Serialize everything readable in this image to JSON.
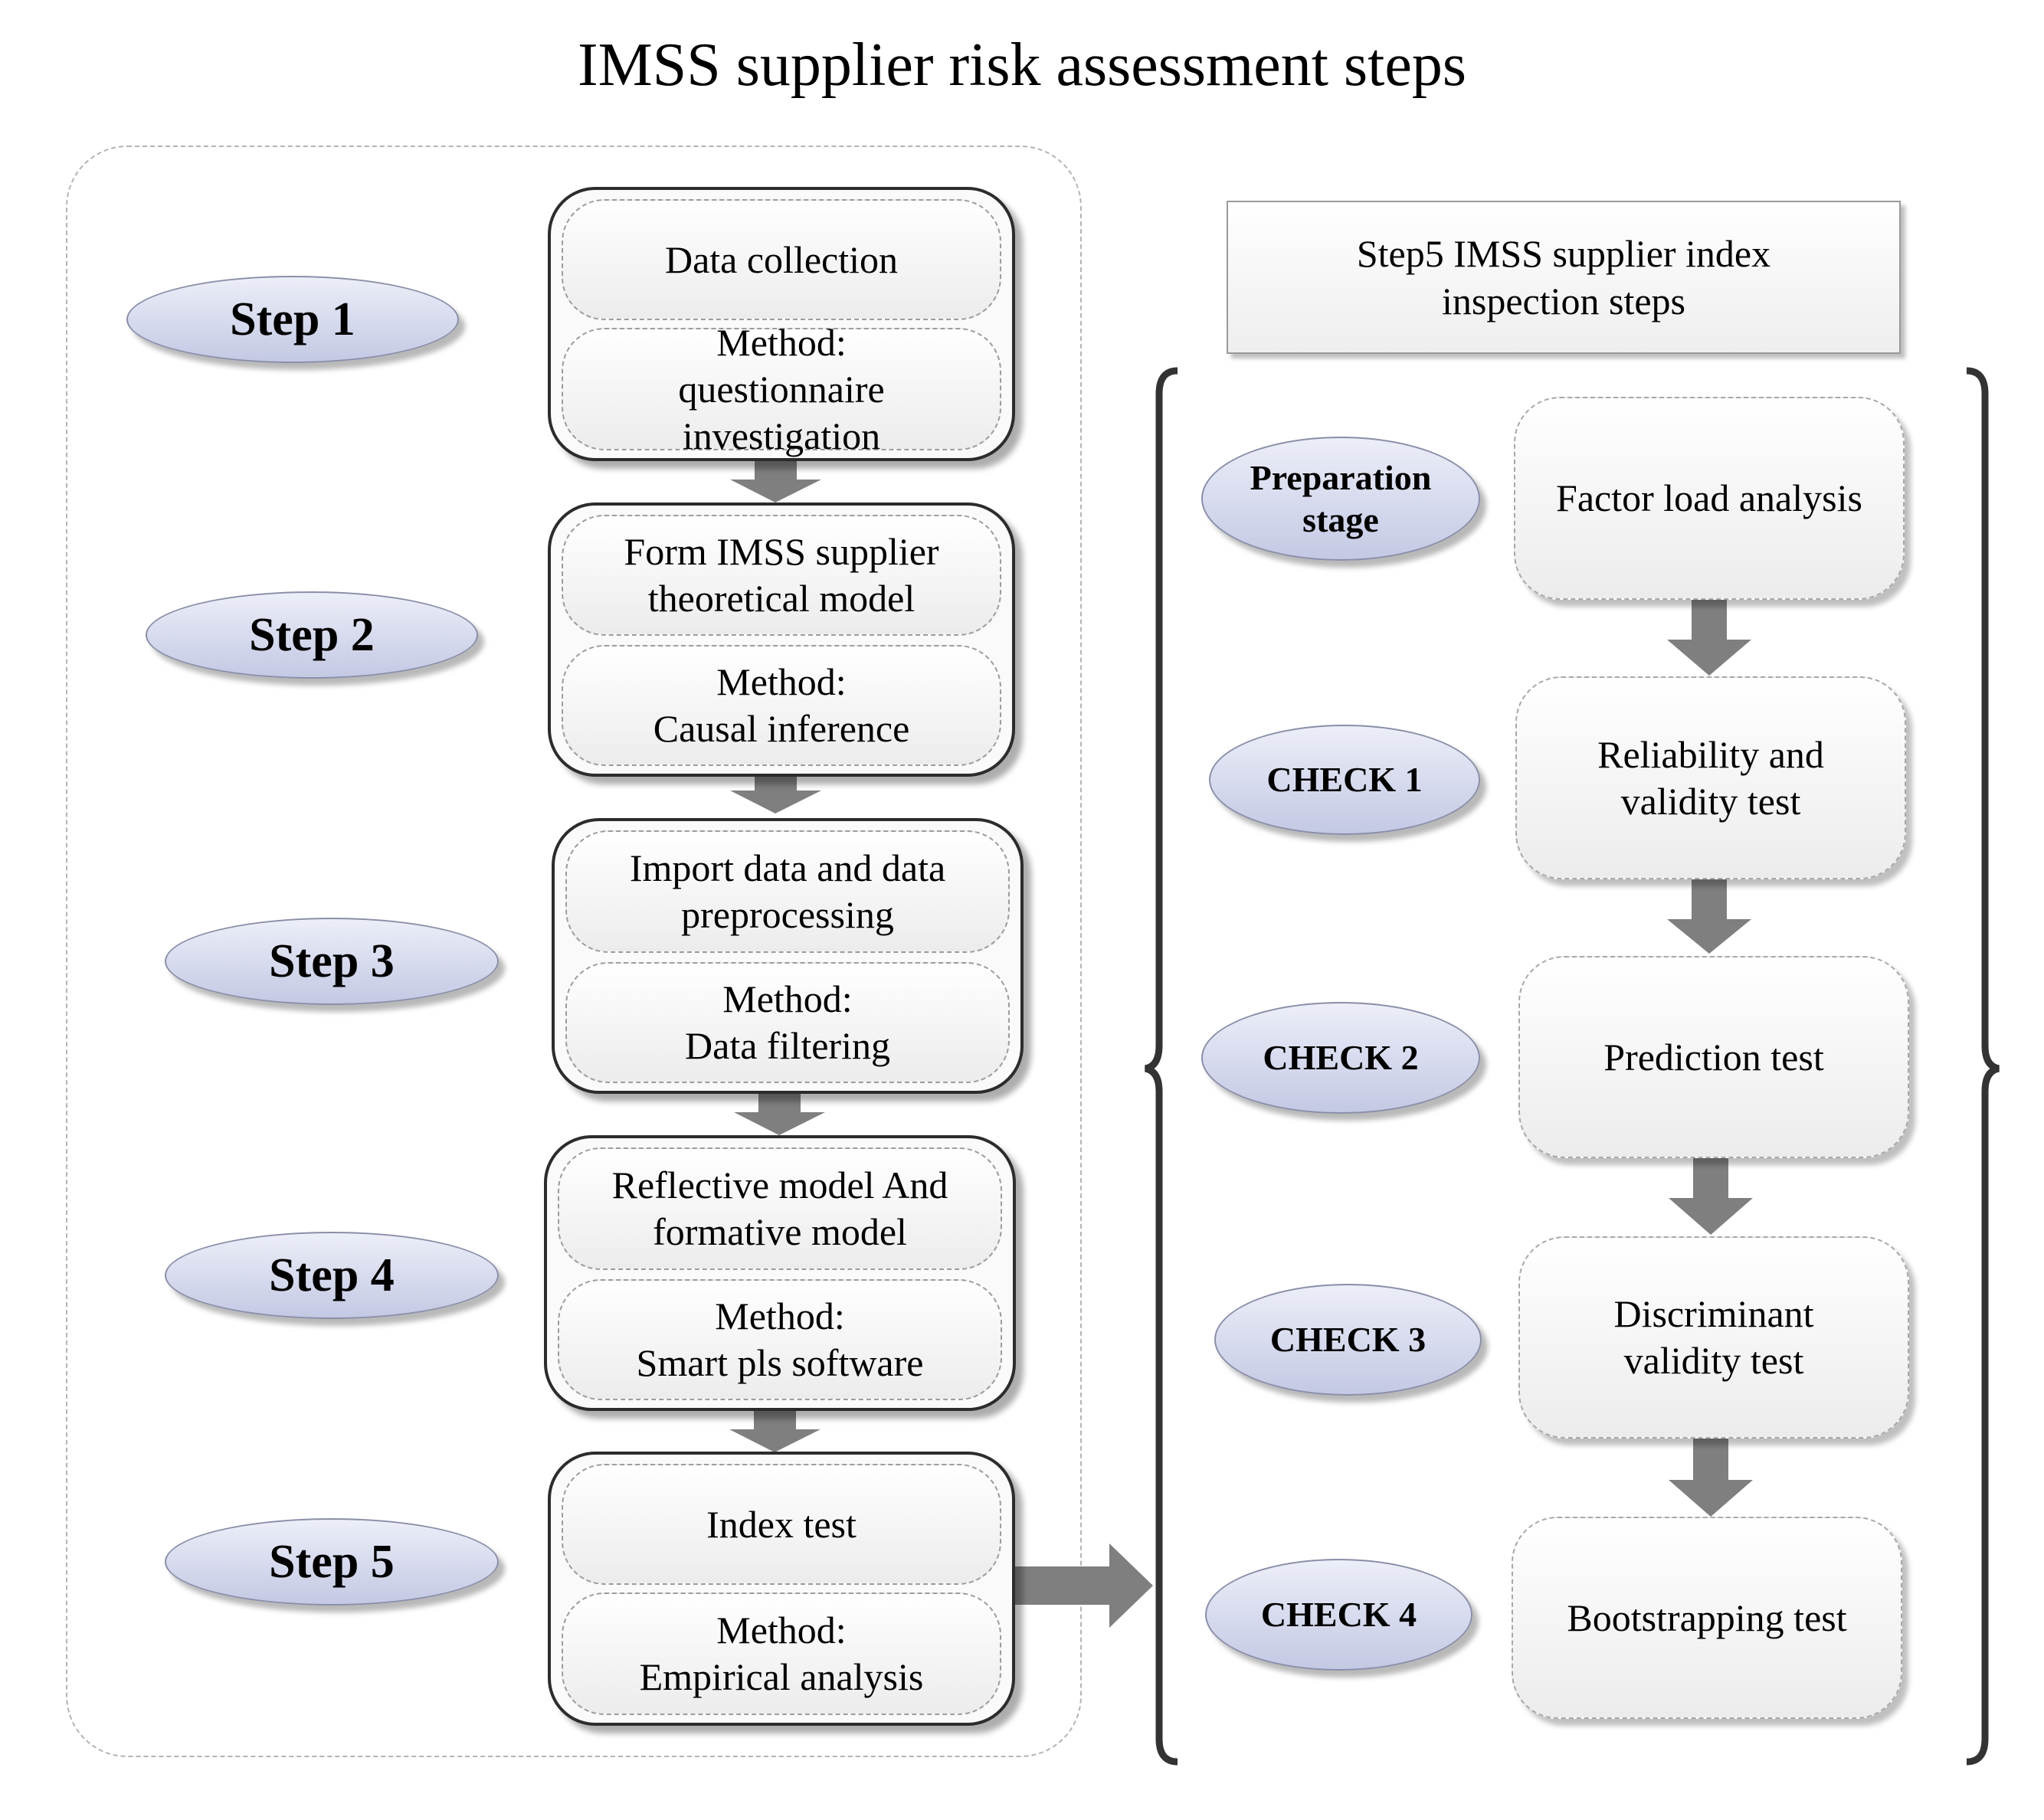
{
  "title": "IMSS supplier risk assessment steps",
  "left": {
    "steps": [
      {
        "label": "Step 1",
        "top": "Data collection",
        "bottom": "Method:\nquestionnaire\ninvestigation"
      },
      {
        "label": "Step 2",
        "top": "Form IMSS supplier\ntheoretical model",
        "bottom": "Method:\nCausal inference"
      },
      {
        "label": "Step 3",
        "top": "Import data and data\npreprocessing",
        "bottom": "Method:\nData filtering"
      },
      {
        "label": "Step 4",
        "top": "Reflective model And\nformative model",
        "bottom": "Method:\nSmart pls software"
      },
      {
        "label": "Step 5",
        "top": "Index test",
        "bottom": "Method:\nEmpirical analysis"
      }
    ]
  },
  "right": {
    "header": "Step5 IMSS supplier index\ninspection steps",
    "checks": [
      {
        "label": "Preparation\nstage",
        "box": "Factor load analysis"
      },
      {
        "label": "CHECK 1",
        "box": "Reliability and\nvalidity test"
      },
      {
        "label": "CHECK 2",
        "box": "Prediction test"
      },
      {
        "label": "CHECK 3",
        "box": "Discriminant\nvalidity test"
      },
      {
        "label": "CHECK 4",
        "box": "Bootstrapping test"
      }
    ]
  },
  "colors": {
    "ellipse_fill": "#c4c9e4",
    "arrow": "#7f7f7f",
    "box_border": "#2c2c2c"
  }
}
